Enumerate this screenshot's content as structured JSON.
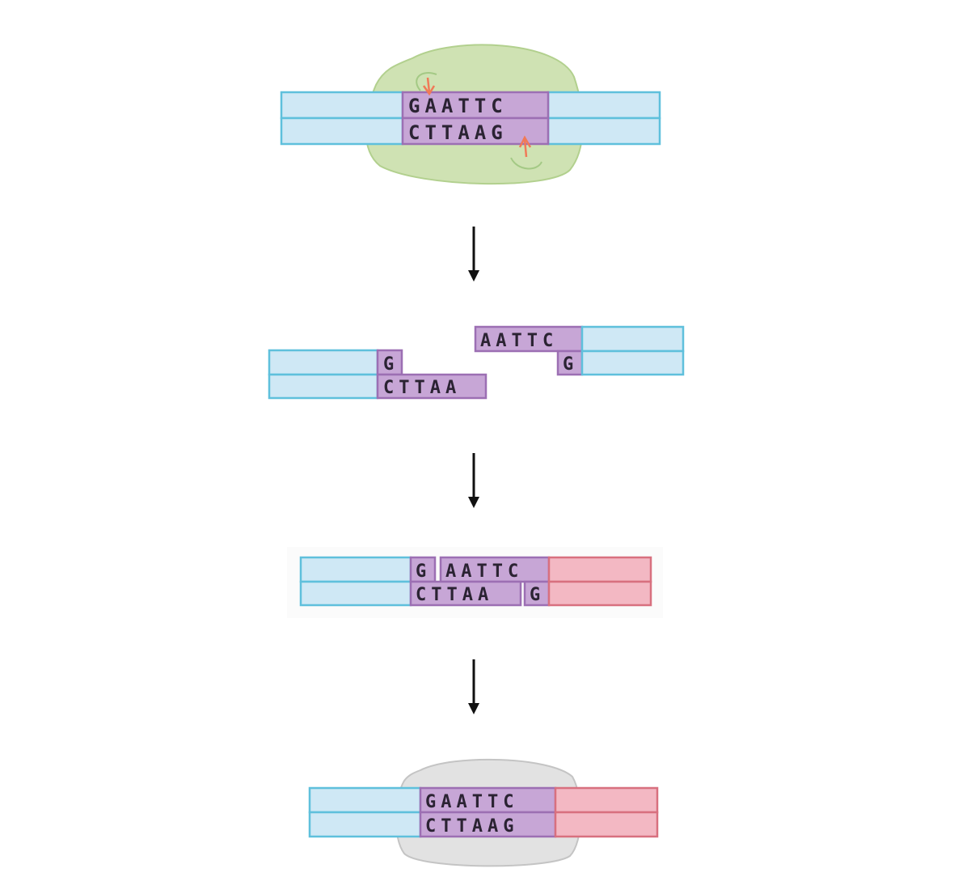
{
  "colors": {
    "blue_fill": "#cfe8f5",
    "blue_stroke": "#5fc0dc",
    "purple_fill": "#c7a6d6",
    "purple_stroke": "#9c6fb3",
    "pink_fill": "#f3b8c3",
    "pink_stroke": "#d8707f",
    "enzyme_green": "#cfe2b3",
    "enzyme_green_stroke": "#b2d08e",
    "ligase_grey": "#e2e2e2",
    "ligase_grey_stroke": "#c4c4c4",
    "cut_arrow": "#f07a58",
    "flow_arrow": "#111111"
  },
  "stage1": {
    "top": "GAATTC",
    "bottom": "CTTAAG"
  },
  "stage2": {
    "left_top": "G",
    "left_bottom": "CTTAA",
    "right_top": "AATTC",
    "right_bottom": "G"
  },
  "stage3": {
    "top_left": "G",
    "top_right": "AATTC",
    "bottom_left": "CTTAA",
    "bottom_right": "G"
  },
  "stage4": {
    "top": "GAATTC",
    "bottom": "CTTAAG"
  }
}
